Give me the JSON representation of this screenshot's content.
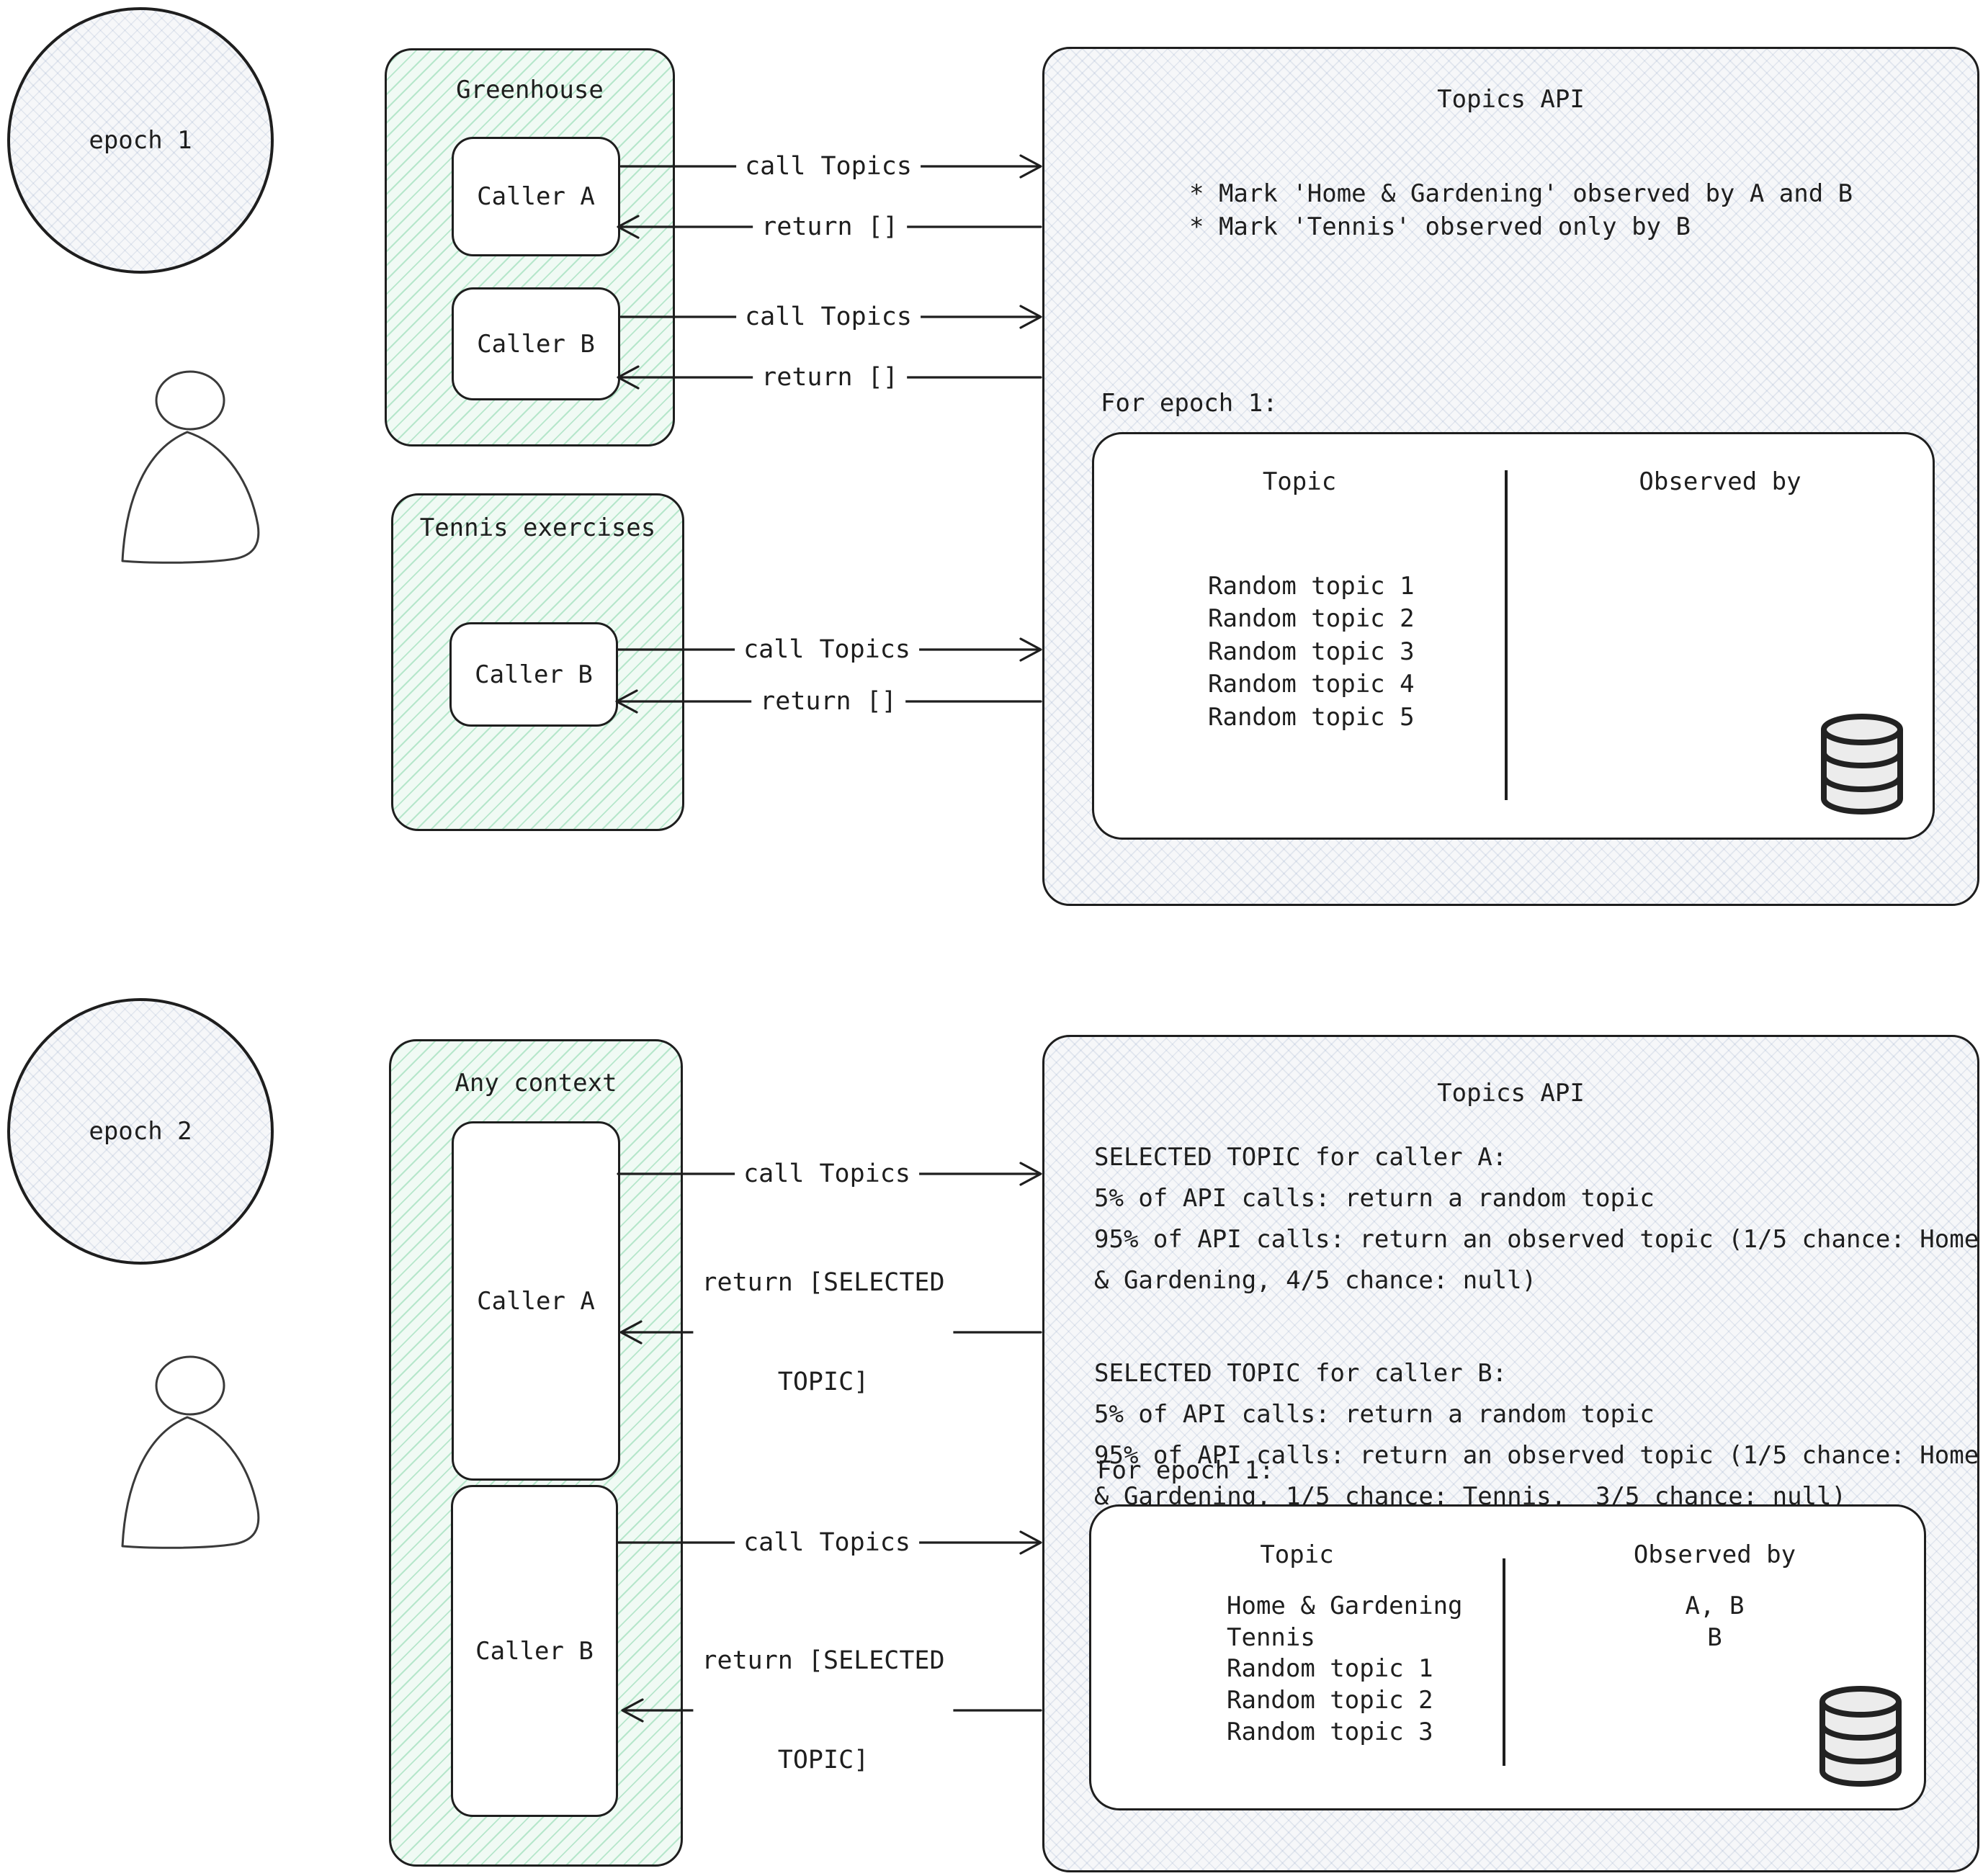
{
  "colors": {
    "stroke": "#1e1e1e",
    "green_fill": "#f0faf4",
    "green_hatch": "#57c788",
    "panel_fill": "#f6f7f9",
    "white": "#ffffff"
  },
  "epoch1": {
    "label": "epoch 1",
    "greenhouse": {
      "title": "Greenhouse",
      "caller_a": "Caller A",
      "caller_b": "Caller B"
    },
    "tennis": {
      "title": "Tennis exercises",
      "caller_b": "Caller B"
    },
    "arrows": {
      "call": "call Topics",
      "ret": "return []"
    },
    "api": {
      "title": "Topics API",
      "notes": [
        "* Mark 'Home & Gardening' observed by A and B",
        "* Mark 'Tennis' observed only by B"
      ],
      "epoch_label": "For epoch 1:",
      "table": {
        "topic_header": "Topic",
        "observed_header": "Observed by",
        "rows": [
          {
            "topic": "Random topic 1",
            "observed": ""
          },
          {
            "topic": "Random topic 2",
            "observed": ""
          },
          {
            "topic": "Random topic 3",
            "observed": ""
          },
          {
            "topic": "Random topic 4",
            "observed": ""
          },
          {
            "topic": "Random topic 5",
            "observed": ""
          }
        ]
      }
    }
  },
  "epoch2": {
    "label": "epoch 2",
    "context": {
      "title": "Any context",
      "caller_a": "Caller A",
      "caller_b": "Caller B"
    },
    "arrows": {
      "call": "call Topics",
      "ret_line1": "return [SELECTED",
      "ret_line2": "TOPIC]"
    },
    "api": {
      "title": "Topics API",
      "rules_a": [
        "SELECTED TOPIC for caller A:",
        "5% of API calls: return a random topic",
        "95% of API calls: return an observed topic (1/5 chance: Home",
        "& Gardening, 4/5 chance: null)"
      ],
      "rules_b": [
        "SELECTED TOPIC for caller B:",
        "5% of API calls: return a random topic",
        "95% of API calls: return an observed topic (1/5 chance: Home",
        "& Gardening, 1/5 chance: Tennis,  3/5 chance: null)"
      ],
      "epoch_label": "For epoch 1:",
      "table": {
        "topic_header": "Topic",
        "observed_header": "Observed by",
        "rows": [
          {
            "topic": "Home & Gardening",
            "observed": "A, B"
          },
          {
            "topic": "Tennis",
            "observed": "B"
          },
          {
            "topic": "Random topic 1",
            "observed": ""
          },
          {
            "topic": "Random topic 2",
            "observed": ""
          },
          {
            "topic": "Random topic 3",
            "observed": ""
          }
        ]
      }
    }
  }
}
